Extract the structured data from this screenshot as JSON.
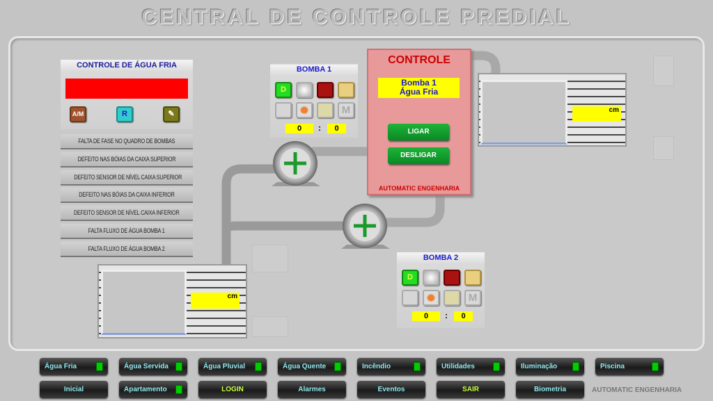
{
  "title": "CENTRAL DE CONTROLE PREDIAL",
  "cold_water": {
    "title": "CONTROLE DE ÁGUA FRIA",
    "status_color": "#ff0000",
    "icons": [
      "auto-manual-icon",
      "reset-icon",
      "edit-icon"
    ],
    "alarms": [
      "FALTA DE FASE NO QUADRO DE BOMBAS",
      "DEFEITO NAS BÓIAS DA CAIXA SUPERIOR",
      "DEFEITO SENSOR DE NÍVEL CAIXA SUPERIOR",
      "DEFEITO NAS BÓIAS DA CAIXA INFERIOR",
      "DEFEITO SENSOR DE NÍVEL CAIXA INFERIOR",
      "FALTA FLUXO DE ÁGUA BOMBA 1",
      "FALTA FLUXO DE ÁGUA BOMBA 2"
    ]
  },
  "pump1": {
    "title": "BOMBA 1",
    "d_label": "D",
    "m_label": "M",
    "counter_a": "0",
    "sep": ":",
    "counter_b": "0"
  },
  "pump2": {
    "title": "BOMBA 2",
    "d_label": "D",
    "m_label": "M",
    "counter_a": "0",
    "sep": ":",
    "counter_b": "0"
  },
  "control": {
    "title": "CONTROLE",
    "line1": "Bomba 1",
    "line2": "Água Fria",
    "on": "LIGAR",
    "off": "DESLIGAR",
    "footer": "AUTOMATIC ENGENHARIA"
  },
  "upper_tank": {
    "unit": "cm"
  },
  "lower_tank": {
    "unit": "cm"
  },
  "nav_row1": [
    "Água Fria",
    "Água Servida",
    "Água Pluvial",
    "Água Quente",
    "Incêndio",
    "Utilidades",
    "Iluminação",
    "Piscina"
  ],
  "nav_row2": [
    "Inicial",
    "Apartamento",
    "LOGIN",
    "Alarmes",
    "Eventos",
    "SAIR",
    "Biometria"
  ],
  "footer": "AUTOMATIC ENGENHARIA"
}
